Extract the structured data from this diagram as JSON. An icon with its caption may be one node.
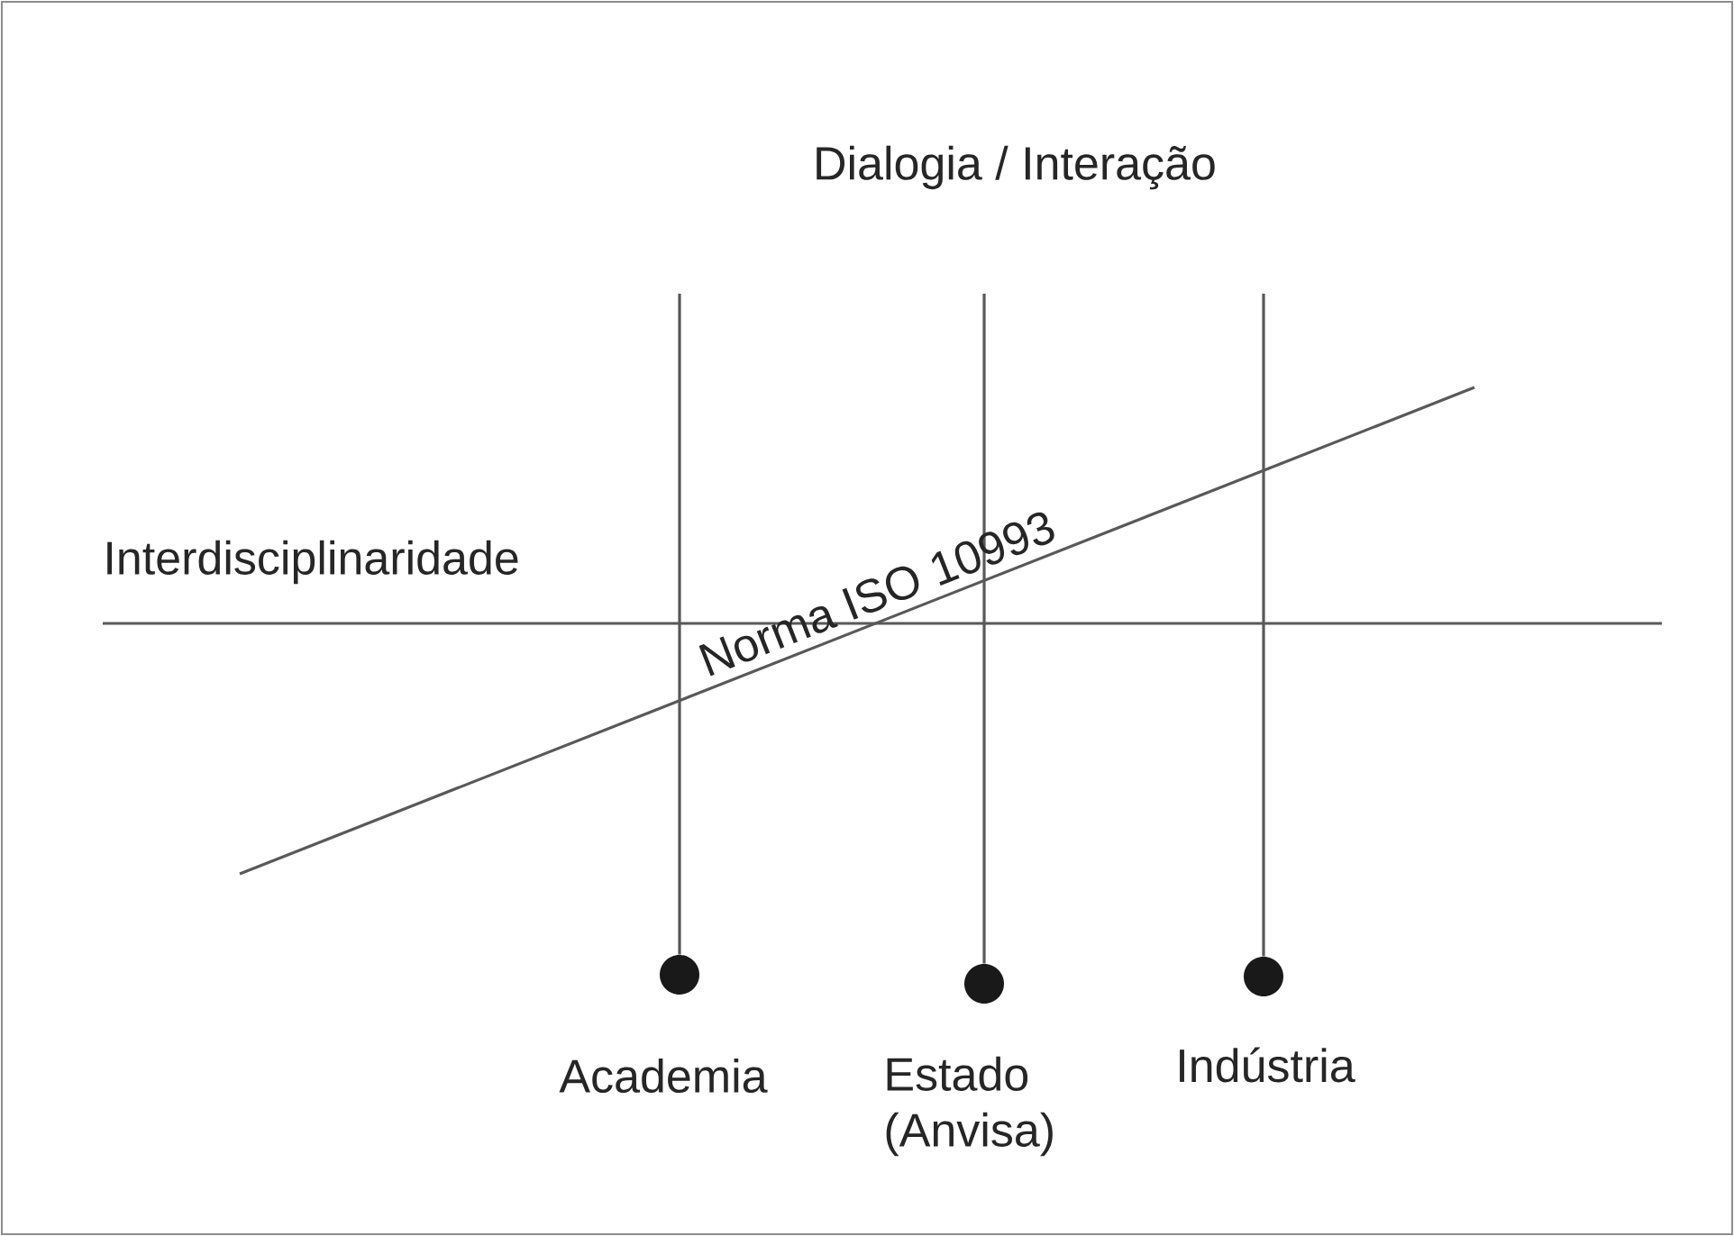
{
  "diagram": {
    "title": "Dialogia / Interação",
    "nodes": [
      {
        "text": [],
        "shape": "circle",
        "beside": [
          "Academia"
        ]
      },
      {
        "text": [],
        "shape": "circle",
        "beside": [
          "Estado (Anvisa)"
        ]
      },
      {
        "text": [],
        "shape": "circle",
        "beside": [
          "Indústria"
        ]
      }
    ],
    "edges": [
      {
        "from": null,
        "to": 0,
        "arrow": "none"
      },
      {
        "from": null,
        "to": 1,
        "arrow": "none"
      },
      {
        "from": null,
        "to": 2,
        "arrow": "none"
      }
    ],
    "labels": [
      "Interdisciplinaridade",
      "Norma ISO 10993"
    ]
  }
}
